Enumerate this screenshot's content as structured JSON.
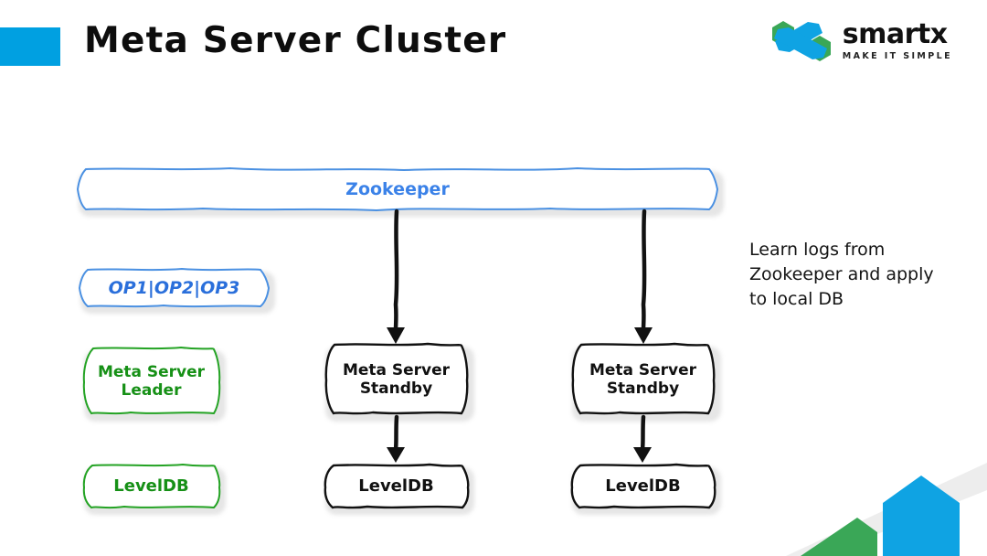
{
  "header": {
    "title": "Meta Server Cluster",
    "accent_color": "#00a0e1"
  },
  "logo": {
    "name": "smartx",
    "tagline": "MAKE IT SIMPLE",
    "mark_green": "#3aa757",
    "mark_blue": "#09a0e0"
  },
  "diagram": {
    "nodes": {
      "zookeeper": {
        "label": "Zookeeper",
        "color": "#3b82e8"
      },
      "ops": {
        "label": "OP1|OP2|OP3",
        "color": "#2a6fdb"
      },
      "leader": {
        "label": "Meta Server\nLeader",
        "line1": "Meta Server",
        "line2": "Leader",
        "color": "#169016"
      },
      "leveldb_left": {
        "label": "LevelDB",
        "color": "#169016"
      },
      "standby_1": {
        "line1": "Meta Server",
        "line2": "Standby",
        "color": "#111111"
      },
      "leveldb_1": {
        "label": "LevelDB",
        "color": "#111111"
      },
      "standby_2": {
        "line1": "Meta Server",
        "line2": "Standby",
        "color": "#111111"
      },
      "leveldb_2": {
        "label": "LevelDB",
        "color": "#111111"
      }
    },
    "annotation": {
      "line1": "Learn logs from",
      "line2": "Zookeeper and apply",
      "line3": "to local DB"
    }
  },
  "decoration": {
    "gray": "#ededed",
    "green": "#3aa757",
    "blue": "#0fa3e3"
  }
}
